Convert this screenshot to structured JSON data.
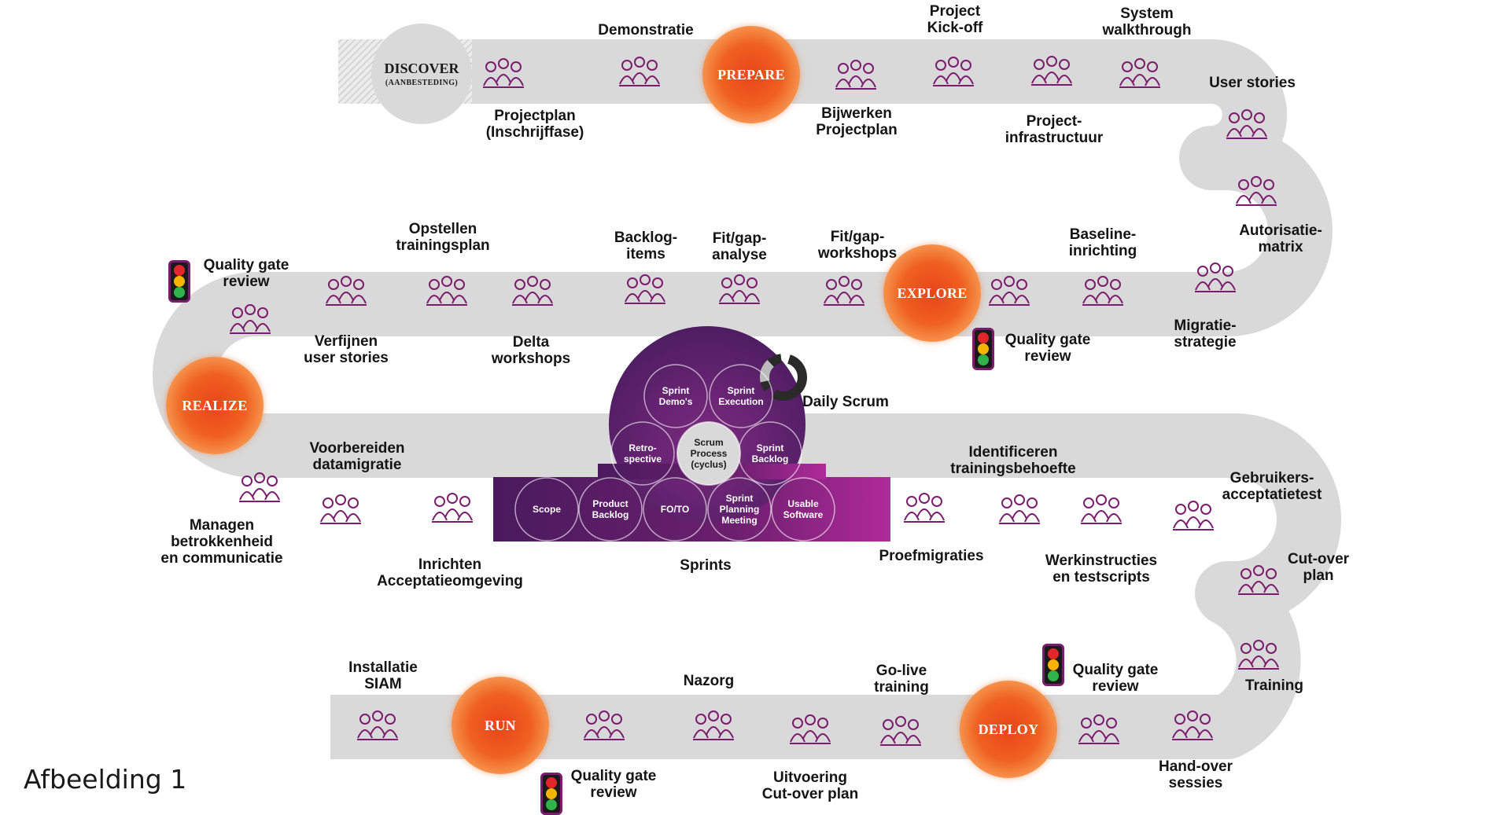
{
  "phases": {
    "discover": "DISCOVER",
    "discover_sub": "(AANBESTEDING)",
    "prepare": "PREPARE",
    "explore": "EXPLORE",
    "realize": "REALIZE",
    "deploy": "DEPLOY",
    "run": "RUN"
  },
  "steps": {
    "projectplan": "Projectplan\n(Inschrijffase)",
    "demonstratie": "Demonstratie",
    "bijwerken": "Bijwerken\nProjectplan",
    "kickoff": "Project\nKick-off",
    "infra": "Project-\ninfrastructuur",
    "walkthrough": "System\nwalkthrough",
    "userstories": "User stories",
    "autorisatie": "Autorisatie-\nmatrix",
    "migratie": "Migratie-\nstrategie",
    "baseline": "Baseline-\ninrichting",
    "qg_explore": "Quality gate\nreview",
    "fitgap_workshops": "Fit/gap-\nworkshops",
    "fitgap_analyse": "Fit/gap-\nanalyse",
    "backlog_items": "Backlog-\nitems",
    "delta": "Delta\nworkshops",
    "trainingsplan": "Opstellen\ntrainingsplan",
    "verfijnen": "Verfijnen\nuser stories",
    "qg_realize": "Quality gate\nreview",
    "managen": "Managen\nbetrokkenheid\nen communicatie",
    "datamigratie": "Voorbereiden\ndatamigratie",
    "acceptatie": "Inrichten\nAcceptatieomgeving",
    "sprints": "Sprints",
    "daily_scrum": "Daily Scrum",
    "proefmigraties": "Proefmigraties",
    "trainingsbehoefte": "Identificeren\ntrainingsbehoefte",
    "werkinstructies": "Werkinstructies\nen testscripts",
    "acceptatietest": "Gebruikers-\nacceptatietest",
    "cutover_plan": "Cut-over\nplan",
    "training": "Training",
    "qg_deploy": "Quality gate\nreview",
    "handover": "Hand-over\nsessies",
    "golive": "Go-live\ntraining",
    "uitvoering": "Uitvoering\nCut-over plan",
    "nazorg": "Nazorg",
    "qg_run": "Quality gate\nreview",
    "siam": "Installatie\nSIAM"
  },
  "scrum": {
    "sprint_demos": "Sprint\nDemo's",
    "sprint_execution": "Sprint\nExecution",
    "retrospective": "Retro-\nspective",
    "scrum_process": "Scrum\nProcess\n(cyclus)",
    "sprint_backlog": "Sprint\nBacklog",
    "scope": "Scope",
    "product_backlog": "Product\nBacklog",
    "fo_to": "FO/TO",
    "sprint_planning": "Sprint\nPlanning\nMeeting",
    "usable_software": "Usable\nSoftware"
  },
  "caption": "Afbeelding 1",
  "colors": {
    "road": "#d9d9d9",
    "purple": "#7b1c6e",
    "scrum_dark": "#4a1a5e",
    "scrum_mid": "#7d2272",
    "orange": "#f06020"
  }
}
